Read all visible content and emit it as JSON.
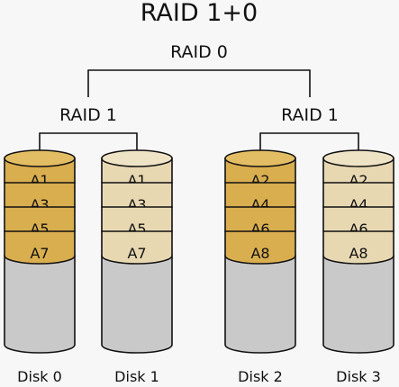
{
  "title": "RAID 1+0",
  "raid0_label": "RAID 0",
  "raid1_groups": [
    {
      "label": "RAID 1",
      "disks": [
        0,
        1
      ]
    },
    {
      "label": "RAID 1",
      "disks": [
        2,
        3
      ]
    }
  ],
  "disks": [
    {
      "label": "Disk 0",
      "blocks": [
        "A1",
        "A3",
        "A5",
        "A7"
      ],
      "style": "dark"
    },
    {
      "label": "Disk 1",
      "blocks": [
        "A1",
        "A3",
        "A5",
        "A7"
      ],
      "style": "light"
    },
    {
      "label": "Disk 2",
      "blocks": [
        "A2",
        "A4",
        "A6",
        "A8"
      ],
      "style": "dark"
    },
    {
      "label": "Disk 3",
      "blocks": [
        "A2",
        "A4",
        "A6",
        "A8"
      ],
      "style": "light"
    }
  ],
  "colors": {
    "dark_fill": "#d9ae4f",
    "dark_top": "#e3bd63",
    "light_fill": "#e8d8b2",
    "light_top": "#efe3c6",
    "empty_fill": "#c9c9c9",
    "stroke": "#111111"
  }
}
